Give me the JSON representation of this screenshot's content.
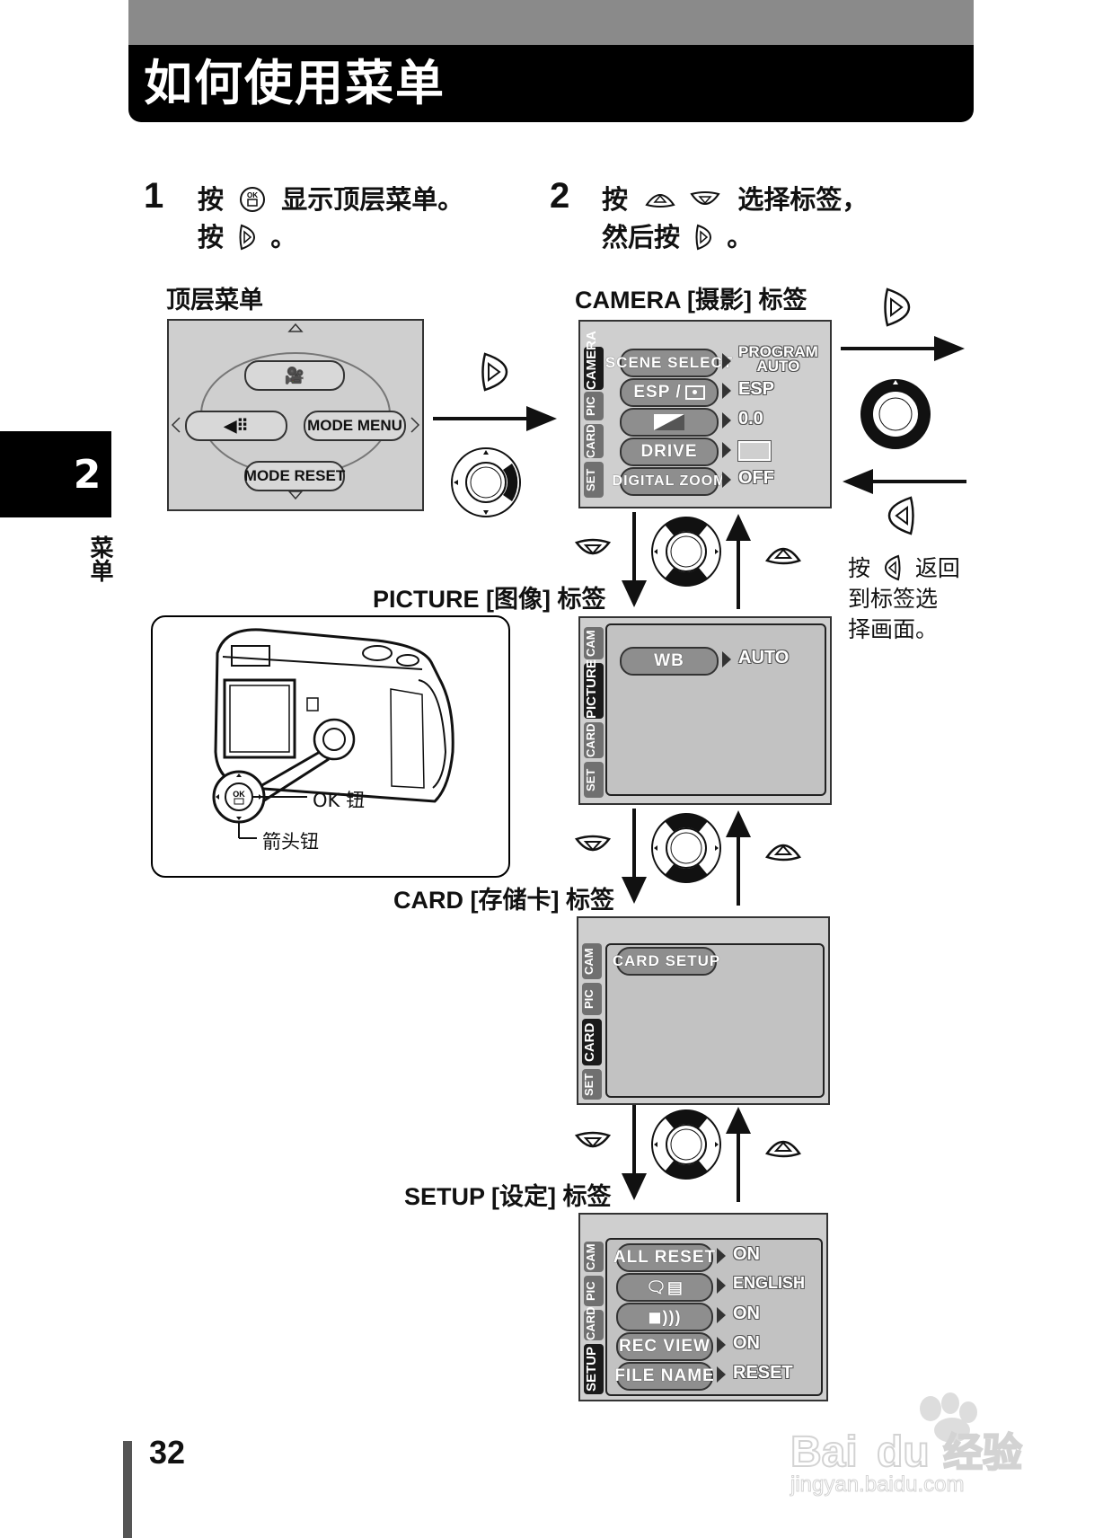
{
  "header": {
    "title": "如何使用菜单"
  },
  "side_tab": {
    "number": "2",
    "label": "菜单"
  },
  "step1": {
    "number": "1",
    "line1_a": "按",
    "line1_b": "显示顶层菜单。",
    "line2_a": "按",
    "line2_b": "。"
  },
  "step2": {
    "number": "2",
    "line1_a": "按",
    "line1_b": "选择标签，",
    "line2_a": "然后按",
    "line2_b": "。"
  },
  "top_menu": {
    "label": "顶层菜单",
    "mode_menu": "MODE  MENU",
    "mode_reset": "MODE RESET"
  },
  "camera_tab": {
    "label": "CAMERA [摄影] 标签",
    "tabs": [
      "SET",
      "CARD",
      "PIC",
      "CAMERA"
    ],
    "items": [
      {
        "name": "SCENE SELECT",
        "value_line1": "PROGRAM",
        "value_line2": "AUTO"
      },
      {
        "name": "ESP /",
        "value": "ESP"
      },
      {
        "name": "",
        "value": "0.0"
      },
      {
        "name": "DRIVE",
        "value": ""
      },
      {
        "name": "DIGITAL ZOOM",
        "value": "OFF"
      }
    ]
  },
  "picture_tab": {
    "label": "PICTURE [图像] 标签",
    "tabs": [
      "SET",
      "CARD",
      "PICTURE",
      "CAM"
    ],
    "items": [
      {
        "name": "WB",
        "value": "AUTO"
      }
    ]
  },
  "card_tab": {
    "label": "CARD [存储卡] 标签",
    "tabs": [
      "SET",
      "CARD",
      "PIC",
      "CAM"
    ],
    "items": [
      {
        "name": "CARD SETUP"
      }
    ]
  },
  "setup_tab": {
    "label": "SETUP [设定] 标签",
    "tabs": [
      "SETUP",
      "CARD",
      "PIC",
      "CAM"
    ],
    "items": [
      {
        "name": "ALL  RESET",
        "value": "ON"
      },
      {
        "name": "",
        "value": "ENGLISH"
      },
      {
        "name": "",
        "value": "ON"
      },
      {
        "name": "REC  VIEW",
        "value": "ON"
      },
      {
        "name": "FILE  NAME",
        "value": "RESET"
      }
    ]
  },
  "back_note": {
    "line1_a": "按",
    "line1_b": "返回",
    "line2": "到标签选",
    "line3": "择画面。"
  },
  "camera_callout": {
    "ok_label": "OK 钮",
    "arrow_label": "箭头钮"
  },
  "page_number": "32",
  "watermark": {
    "line1": "Baidu经验",
    "line2": "jingyan.baidu.com"
  },
  "colors": {
    "header_gray": "#8a8a8a",
    "header_black": "#000000",
    "lcd_bg": "#cfcfcf",
    "pill_gray": "#8e8e8e"
  }
}
